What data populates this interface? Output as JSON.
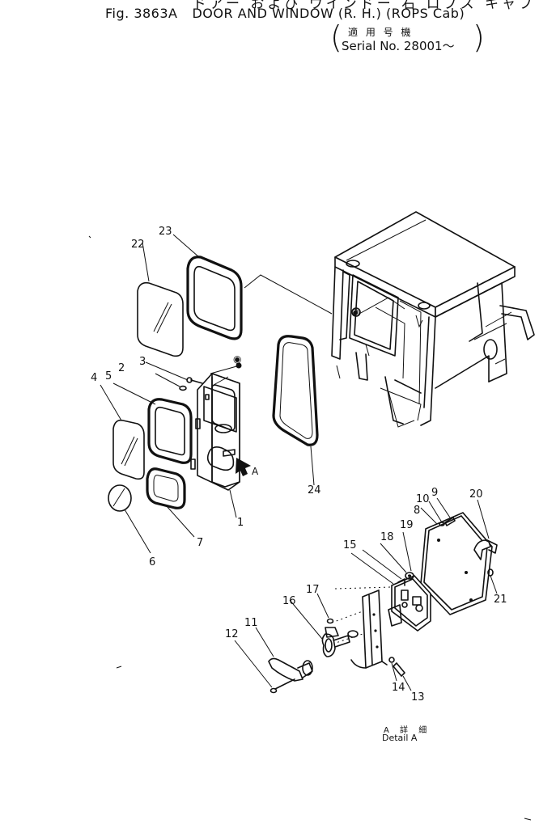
{
  "header": {
    "japanese_line": "ドアー および ウインドー 右 ロプス キャブ",
    "fig_number": "Fig. 3863A",
    "title": "DOOR AND WINDOW (R. H.) (ROPS Cab)",
    "serial_japanese": "適 用 号 機",
    "serial_text": "Serial No. 28001～"
  },
  "callouts": [
    "1",
    "2",
    "3",
    "4",
    "5",
    "6",
    "7",
    "8",
    "9",
    "10",
    "11",
    "12",
    "13",
    "14",
    "15",
    "16",
    "17",
    "18",
    "19",
    "20",
    "21",
    "22",
    "23",
    "24"
  ],
  "view_marker": "A",
  "detail": {
    "japanese": "A 詳 細",
    "english": "Detail A"
  }
}
